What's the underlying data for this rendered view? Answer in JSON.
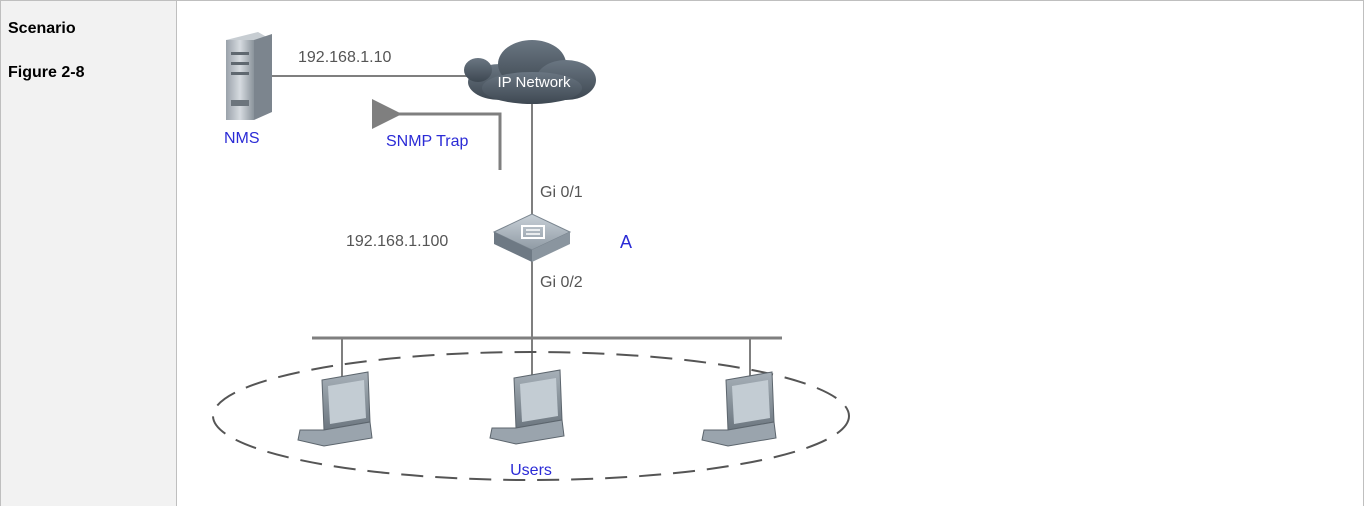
{
  "row": {
    "heading": "Scenario",
    "figure_label": "Figure 2-8"
  },
  "diagram": {
    "nms_ip": "192.168.1.10",
    "cloud_label": "IP Network",
    "nms_label": "NMS",
    "trap_label": "SNMP Trap",
    "port_up": "Gi 0/1",
    "port_down": "Gi 0/2",
    "switch_ip": "192.168.1.100",
    "switch_name": "A",
    "users_label": "Users"
  },
  "colors": {
    "blue_text": "#2b2bd6",
    "gray_text": "#555555",
    "line": "#7f7f7f",
    "cell_bg": "#f2f2f2",
    "border": "#bfbfbf"
  }
}
